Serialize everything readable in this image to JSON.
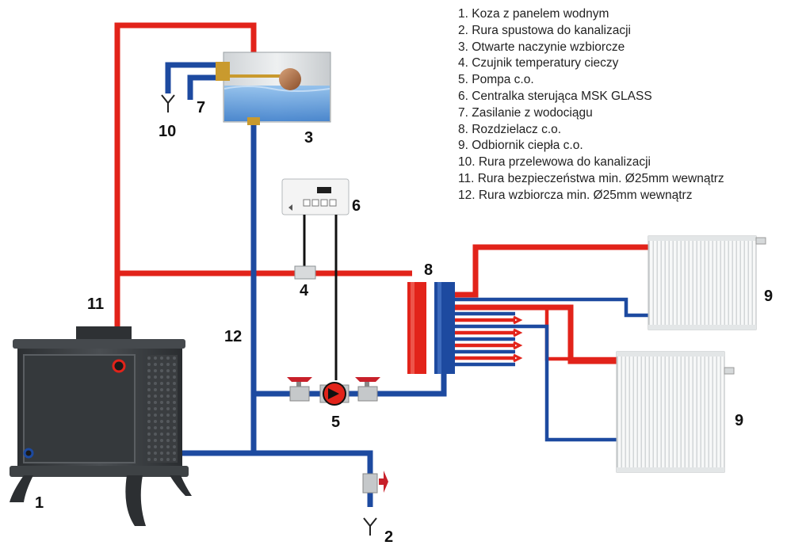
{
  "colors": {
    "hot_pipe": "#e2231a",
    "cold_pipe": "#1d4aa0",
    "water": "#4f8fd6",
    "stove": "#3a3d40",
    "valve_handle": "#c8202a",
    "brass": "#c99a2e",
    "radiator": "#f4f5f5"
  },
  "legend": {
    "items": [
      "1. Koza z panelem wodnym",
      "2. Rura spustowa do kanalizacji",
      "3. Otwarte naczynie wzbiorcze",
      "4. Czujnik temperatury cieczy",
      "5. Pompa c.o.",
      "6. Centralka sterująca MSK GLASS",
      "7. Zasilanie z wodociągu",
      "8. Rozdzielacz c.o.",
      "9. Odbiornik ciepła c.o.",
      "10. Rura przelewowa do kanalizacji",
      "11. Rura bezpieczeństwa min. Ø25mm wewnątrz",
      "12. Rura wzbiorcza min. Ø25mm wewnątrz"
    ]
  },
  "labels": {
    "stove": "1",
    "drain": "2",
    "tank": "3",
    "sensor": "4",
    "pump": "5",
    "controller": "6",
    "supply": "7",
    "manifold": "8",
    "radiator_top": "9",
    "radiator_bottom": "9",
    "overflow": "10",
    "safety_pipe": "11",
    "expansion_pipe": "12"
  },
  "icons": {
    "drain_funnel": "funnel-icon",
    "overflow_funnel": "funnel-icon",
    "pump_symbol": "pump-icon",
    "valve": "ball-valve-icon"
  }
}
